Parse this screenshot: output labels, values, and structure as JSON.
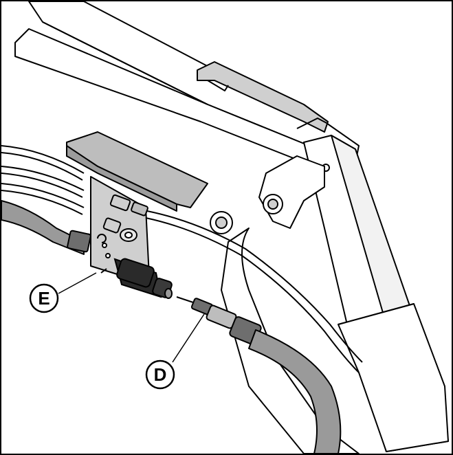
{
  "callouts": [
    {
      "id": "E",
      "label": "E",
      "target": "quick-coupler-mounting-bracket"
    },
    {
      "id": "D",
      "label": "D",
      "target": "hydraulic-hose-coupler"
    }
  ],
  "colors": {
    "line": "#000000",
    "hose": "#9a9a9a",
    "hose_dark": "#6e6e6e",
    "metal": "#c8c8c8",
    "metal_dark": "#8c8c8c",
    "coupler": "#2a2a2a",
    "background": "#ffffff"
  }
}
